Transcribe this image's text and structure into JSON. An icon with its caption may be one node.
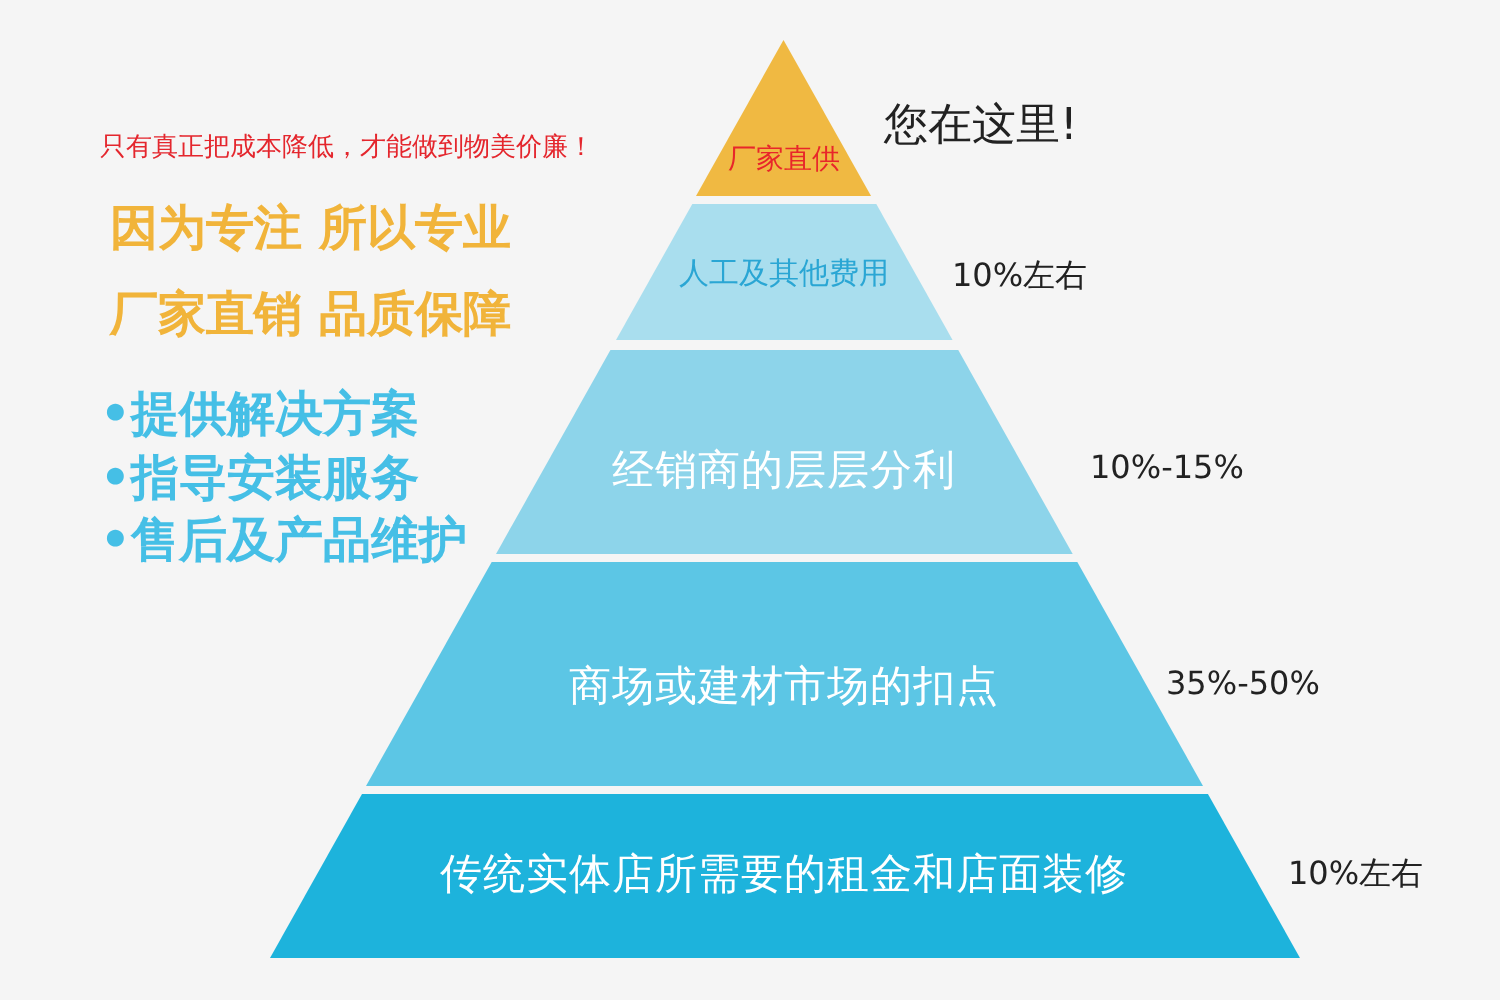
{
  "diagram": {
    "nodes": [
      {
        "text": [
          "厂家直供"
        ],
        "beside": [
          "您在这里!"
        ]
      },
      {
        "text": [
          "人工及其他费用"
        ],
        "beside": [
          "10%左右"
        ]
      },
      {
        "text": [
          "经销商的层层分利"
        ],
        "beside": [
          "10%-15%"
        ]
      },
      {
        "text": [
          "商场或建材市场的扣点"
        ],
        "beside": [
          "35%-50%"
        ]
      },
      {
        "text": [
          "传统实体店所需要的租金和店面装修"
        ],
        "beside": [
          "10%左右"
        ]
      }
    ],
    "labels": [
      "只有真正把成本降低，才能做到物美价廉！",
      "因为专注 所以专业",
      "厂家直销 品质保障",
      "•提供解决方案",
      "•指导安装服务",
      "•售后及产品维护"
    ]
  }
}
